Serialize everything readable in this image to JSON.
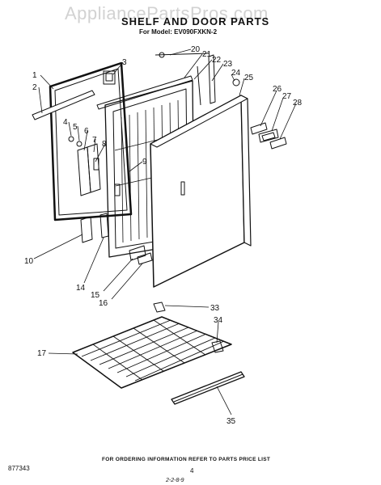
{
  "watermark": "AppliancePartsPros.com",
  "title": "SHELF AND DOOR PARTS",
  "model_line": "For Model: EV090FXKN-2",
  "footer": {
    "ordering_note": "FOR ORDERING INFORMATION REFER TO PARTS PRICE LIST",
    "doc_number": "877343",
    "page_number": "4",
    "date_code": "2-2-8-9"
  },
  "callouts": [
    {
      "id": "c1",
      "label": "1"
    },
    {
      "id": "c2",
      "label": "2"
    },
    {
      "id": "c3",
      "label": "3"
    },
    {
      "id": "c4",
      "label": "4"
    },
    {
      "id": "c5",
      "label": "5"
    },
    {
      "id": "c6",
      "label": "6"
    },
    {
      "id": "c7",
      "label": "7"
    },
    {
      "id": "c8",
      "label": "8"
    },
    {
      "id": "c9",
      "label": "9"
    },
    {
      "id": "c10",
      "label": "10"
    },
    {
      "id": "c14",
      "label": "14"
    },
    {
      "id": "c15",
      "label": "15"
    },
    {
      "id": "c16",
      "label": "16"
    },
    {
      "id": "c17",
      "label": "17"
    },
    {
      "id": "c20",
      "label": "20"
    },
    {
      "id": "c21",
      "label": "21"
    },
    {
      "id": "c22",
      "label": "22"
    },
    {
      "id": "c23",
      "label": "23"
    },
    {
      "id": "c24",
      "label": "24"
    },
    {
      "id": "c25",
      "label": "25"
    },
    {
      "id": "c26",
      "label": "26"
    },
    {
      "id": "c27",
      "label": "27"
    },
    {
      "id": "c28",
      "label": "28"
    },
    {
      "id": "c33",
      "label": "33"
    },
    {
      "id": "c34",
      "label": "34"
    },
    {
      "id": "c35",
      "label": "35"
    }
  ]
}
